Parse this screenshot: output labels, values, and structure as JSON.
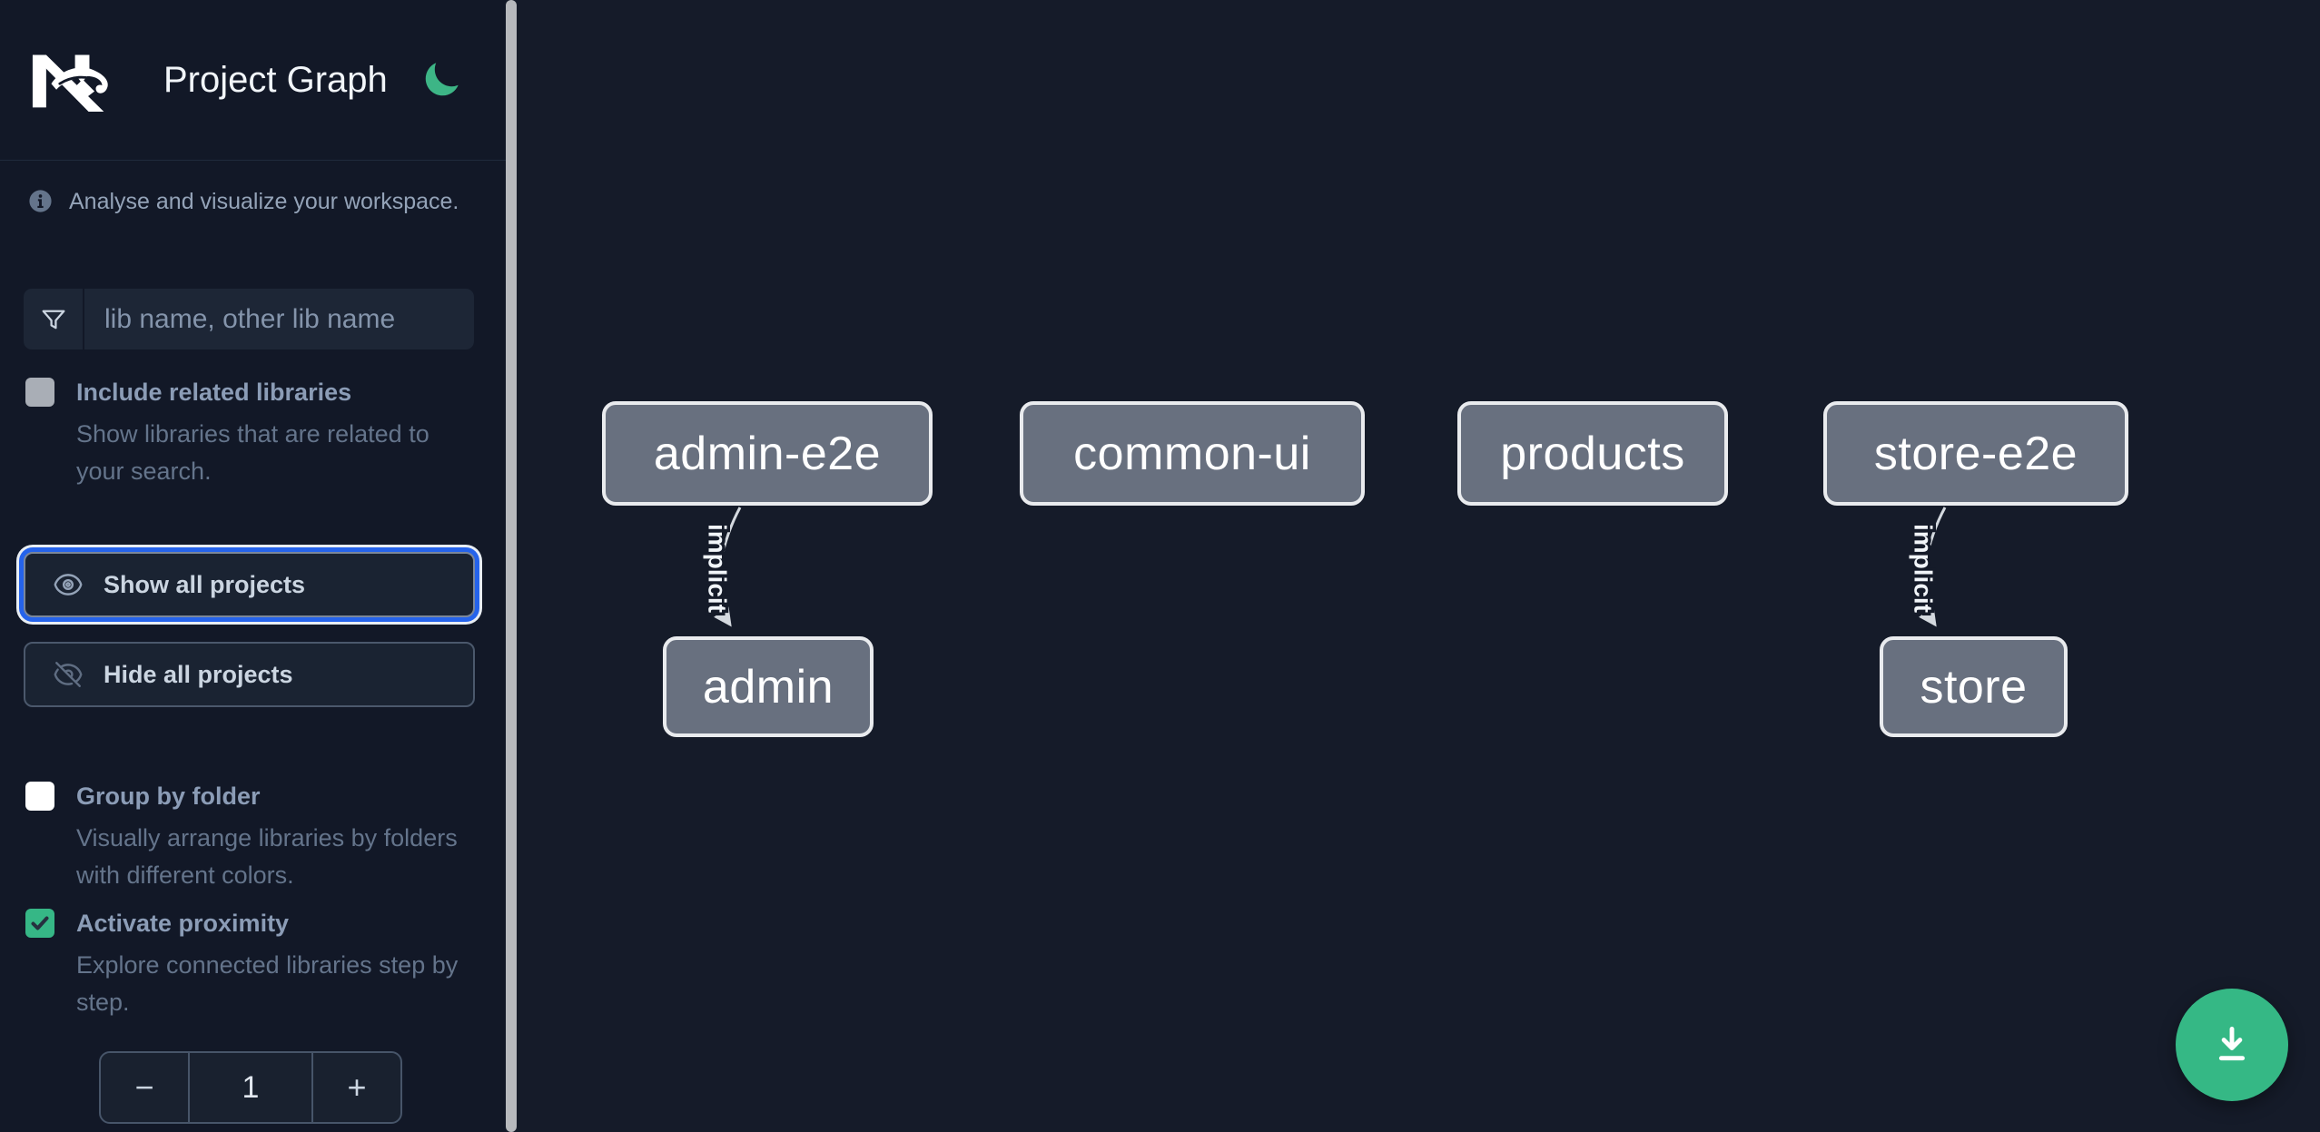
{
  "app": {
    "title": "Project Graph"
  },
  "sidebar": {
    "info_text": "Analyse and visualize your workspace.",
    "search": {
      "placeholder": "lib name, other lib name",
      "value": ""
    },
    "options": [
      {
        "id": "include-related-libraries",
        "label": "Include related libraries",
        "description": "Show libraries that are related to your search.",
        "checked": false
      },
      {
        "id": "group-by-folder",
        "label": "Group by folder",
        "description": "Visually arrange libraries by folders with different colors.",
        "checked": false
      },
      {
        "id": "activate-proximity",
        "label": "Activate proximity",
        "description": "Explore connected libraries step by step.",
        "checked": true
      }
    ],
    "buttons": {
      "show_all": "Show all projects",
      "hide_all": "Hide all projects"
    },
    "stepper": {
      "decrement": "−",
      "value": "1",
      "increment": "+"
    }
  },
  "graph": {
    "nodes": [
      {
        "label": "admin-e2e"
      },
      {
        "label": "common-ui"
      },
      {
        "label": "products"
      },
      {
        "label": "store-e2e"
      },
      {
        "label": "admin"
      },
      {
        "label": "store"
      }
    ],
    "edges": [
      {
        "source": "admin-e2e",
        "target": "admin",
        "label": "implicit",
        "style": "dashed-curve"
      },
      {
        "source": "store-e2e",
        "target": "store",
        "label": "implicit",
        "style": "dashed-curve"
      }
    ]
  },
  "icons": {
    "logo": "nx-logo",
    "theme_toggle": "moon-icon",
    "info": "info-circle-icon",
    "search": "funnel-icon",
    "show_all": "eye-icon",
    "hide_all": "eye-slash-icon",
    "stepper_minus": "minus-icon",
    "stepper_plus": "plus-icon",
    "fab": "download-icon"
  },
  "colors": {
    "accent_green": "#36b786",
    "focus_ring_blue": "#2563eb",
    "node_fill": "#68707f",
    "node_border": "#e9ebee",
    "sidebar_bg": "#121827",
    "canvas_bg": "#151b29"
  }
}
